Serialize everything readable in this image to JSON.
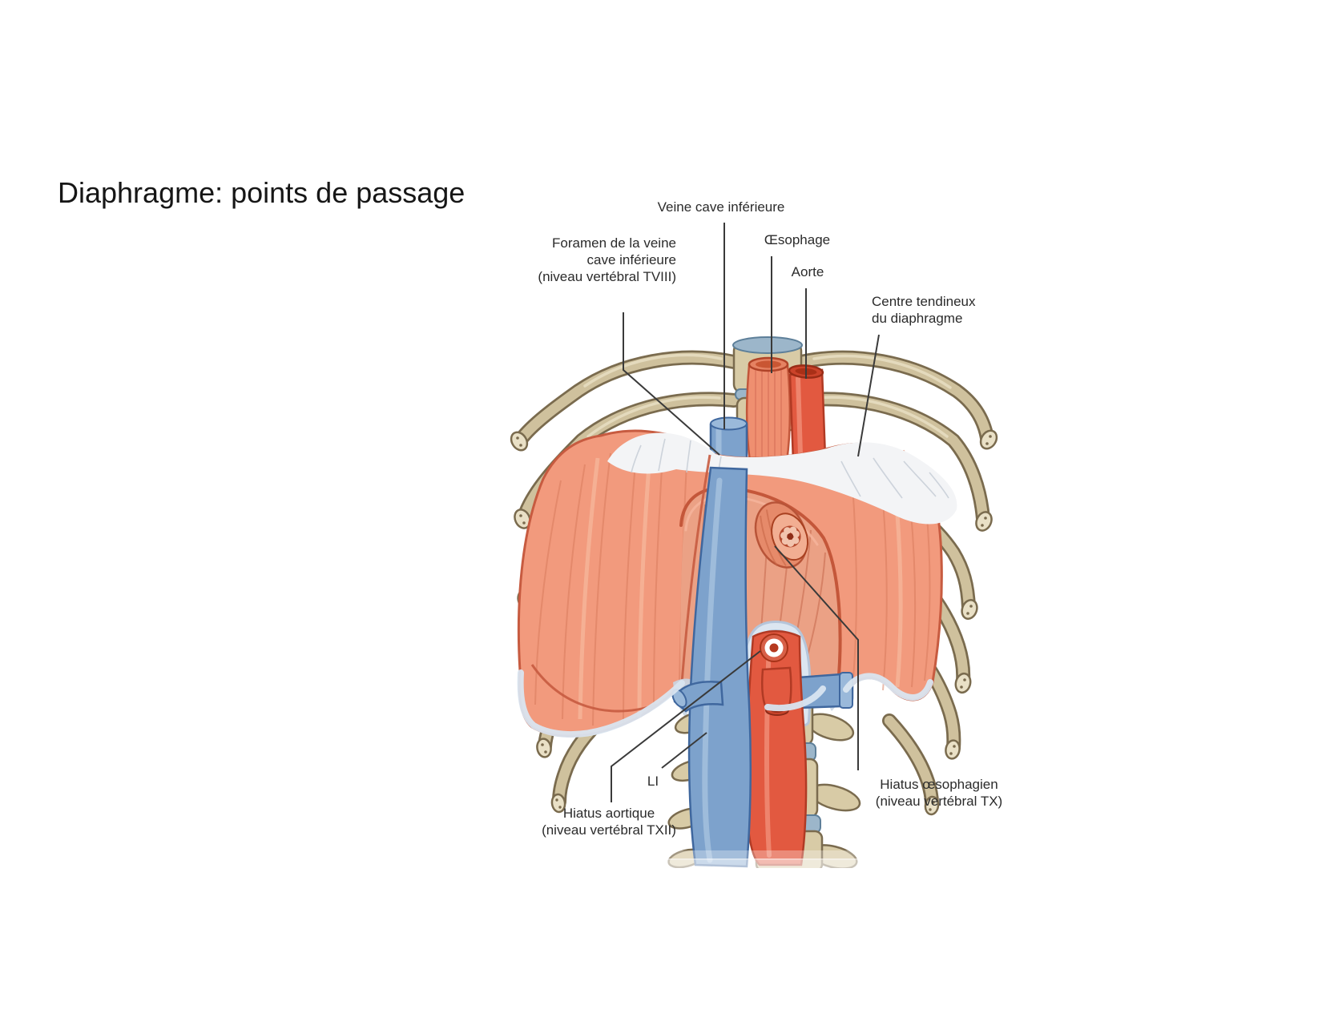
{
  "slide": {
    "title": "Diaphragme: points de passage",
    "background": "#ffffff"
  },
  "figure": {
    "description": "Vue antérieure du diaphragme et de ses points de passage à travers la cage thoracique",
    "labels": {
      "veine_cave_inferieure": "Veine cave inférieure",
      "foramen_veine_cave": "Foramen de la veine\ncave inférieure\n(niveau vertébral TVIII)",
      "oesophage": "Œsophage",
      "aorte": "Aorte",
      "centre_tendineux": "Centre tendineux\ndu diaphragme",
      "vertebre_l1": "LI",
      "hiatus_aortique": "Hiatus aortique\n(niveau vertébral TXII)",
      "hiatus_oesophagien": "Hiatus œsophagien\n(niveau vertébral TX)"
    },
    "colors": {
      "ink": "#161616",
      "label_ink": "#2b2b2b",
      "leader": "#3a3a3a",
      "bone": "#cfc19d",
      "bone_outline": "#7a6b4e",
      "bone_light": "#e9e0c6",
      "vertebra": "#d8cba6",
      "disc_blue": "#9cb6ca",
      "muscle": "#f29a7d",
      "muscle_light": "#f8c2a8",
      "muscle_dark": "#c75b40",
      "muscle_inner": "#eba185",
      "tendon_white": "#f3f4f6",
      "tendon_streak": "#c6ccd6",
      "vein_blue": "#7da2cc",
      "vein_outline": "#3f679e",
      "vein_light": "#a9c4e0",
      "artery_red": "#e25940",
      "artery_dark": "#b13a24",
      "esophagus": "#ef8f70",
      "esophagus_dark": "#c2563a",
      "rim_blue": "#dce6f1",
      "rim_blue_dark": "#b5c5da"
    }
  }
}
